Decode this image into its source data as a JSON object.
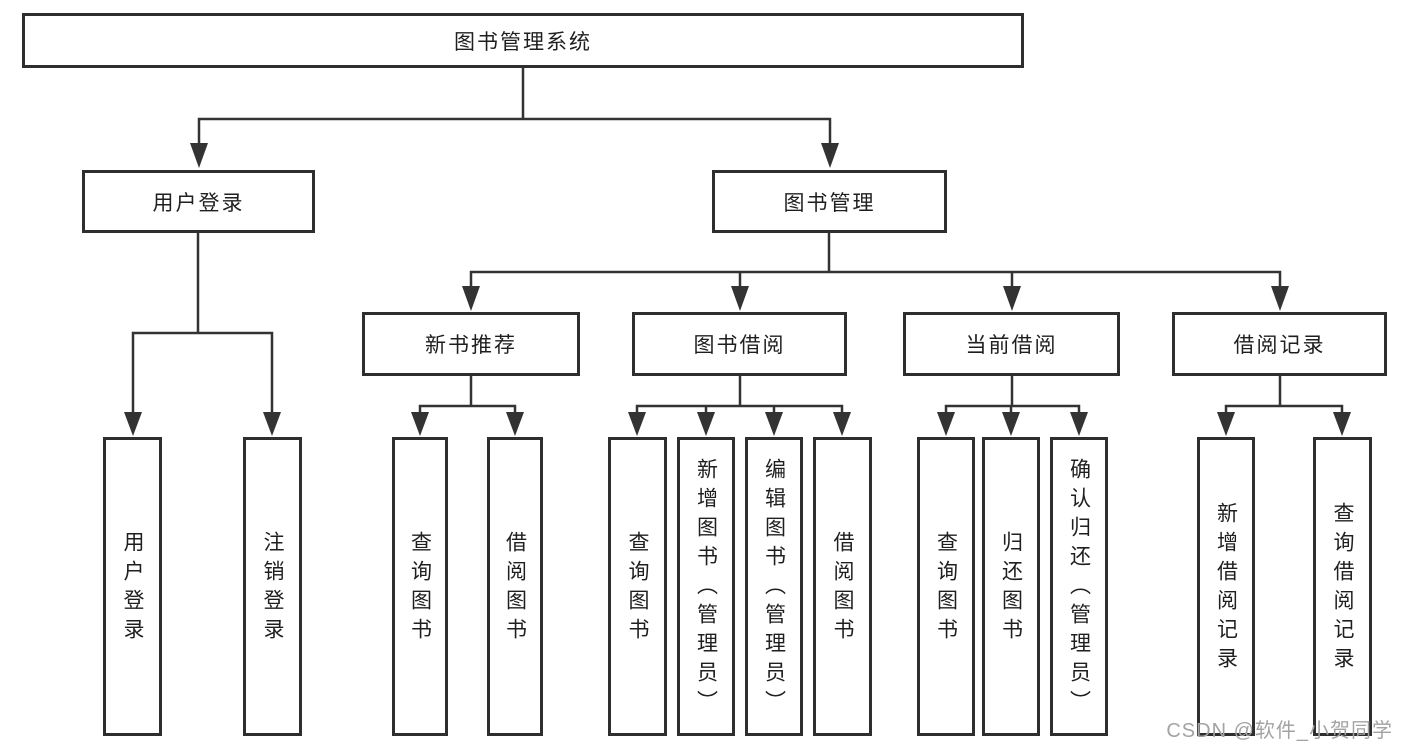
{
  "tree": {
    "root": {
      "label": "图书管理系统",
      "children": [
        {
          "label": "用户登录",
          "children": [
            {
              "label": "用户登录"
            },
            {
              "label": "注销登录"
            }
          ]
        },
        {
          "label": "图书管理",
          "children": [
            {
              "label": "新书推荐",
              "children": [
                {
                  "label": "查询图书"
                },
                {
                  "label": "借阅图书"
                }
              ]
            },
            {
              "label": "图书借阅",
              "children": [
                {
                  "label": "查询图书"
                },
                {
                  "label": "新增图书（管理员）"
                },
                {
                  "label": "编辑图书（管理员）"
                },
                {
                  "label": "借阅图书"
                }
              ]
            },
            {
              "label": "当前借阅",
              "children": [
                {
                  "label": "查询图书"
                },
                {
                  "label": "归还图书"
                },
                {
                  "label": "确认归还（管理员）"
                }
              ]
            },
            {
              "label": "借阅记录",
              "children": [
                {
                  "label": "新增借阅记录"
                },
                {
                  "label": "查询借阅记录"
                }
              ]
            }
          ]
        }
      ]
    }
  },
  "watermark": {
    "text": "CSDN @软件_小贺同学"
  },
  "colors": {
    "line": "#333333",
    "box_border": "#2e2e2e",
    "text": "#1f1f1f",
    "watermark": "#a3a3a3",
    "background": "#ffffff"
  }
}
